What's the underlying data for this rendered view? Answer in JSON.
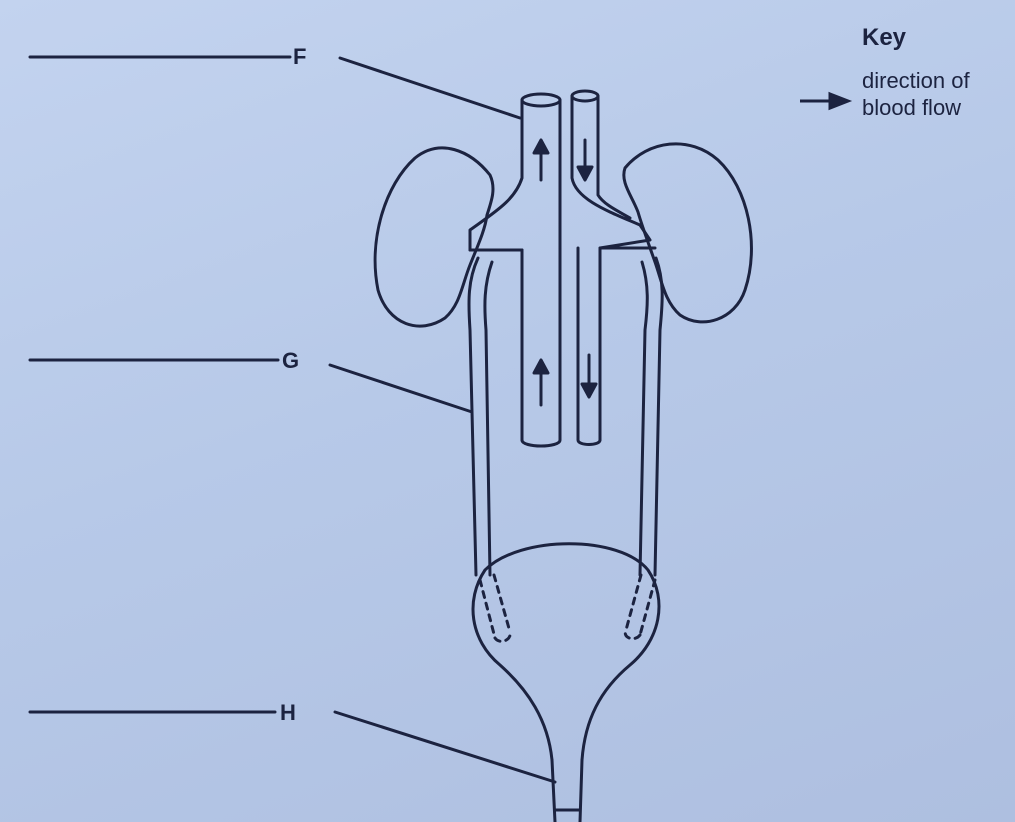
{
  "labels": {
    "f": "F",
    "g": "G",
    "h": "H"
  },
  "key": {
    "title": "Key",
    "arrow_meaning": "direction of blood flow",
    "arrow_icon": "right-arrow-icon"
  },
  "colors": {
    "ink": "#1c2340",
    "paper": "#b9cbe9"
  }
}
